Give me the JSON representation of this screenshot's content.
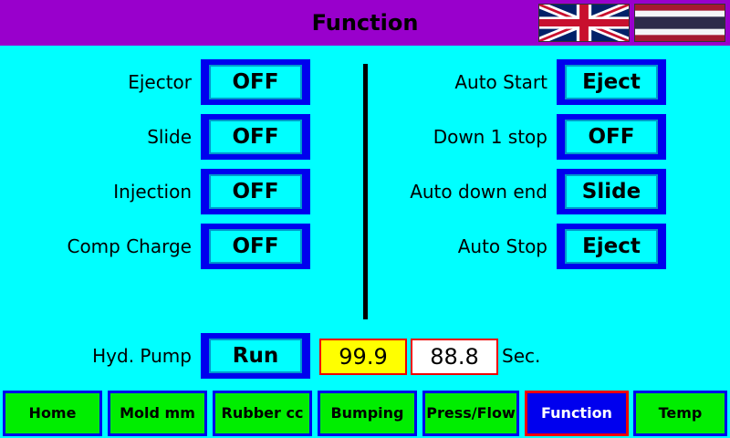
{
  "header": {
    "title": "Function"
  },
  "flags": {
    "english": "uk-flag-icon",
    "thai": "thai-flag-icon"
  },
  "left_functions": [
    {
      "label": "Ejector",
      "value": "OFF"
    },
    {
      "label": "Slide",
      "value": "OFF"
    },
    {
      "label": "Injection",
      "value": "OFF"
    },
    {
      "label": "Comp Charge",
      "value": "OFF"
    }
  ],
  "right_functions": [
    {
      "label": "Auto Start",
      "value": "Eject"
    },
    {
      "label": "Down 1 stop",
      "value": "OFF"
    },
    {
      "label": "Auto down end",
      "value": "Slide"
    },
    {
      "label": "Auto Stop",
      "value": "Eject"
    }
  ],
  "pump": {
    "label": "Hyd. Pump",
    "value": "Run",
    "timer1": "99.9",
    "timer2": "88.8",
    "unit": "Sec."
  },
  "nav": [
    {
      "label": "Home"
    },
    {
      "label": "Mold mm"
    },
    {
      "label": "Rubber cc"
    },
    {
      "label": "Bumping"
    },
    {
      "label": "Press/Flow"
    },
    {
      "label": "Function",
      "active": true
    },
    {
      "label": "Temp"
    }
  ],
  "colors": {
    "background": "#00ffff",
    "title_bar": "#9900cc",
    "button_frame": "#0000ee",
    "nav_button": "#00ee00",
    "nav_active": "#0000ee",
    "timer1_bg": "#ffff00",
    "timer2_bg": "#ffffff",
    "box_border": "#ee0000"
  }
}
